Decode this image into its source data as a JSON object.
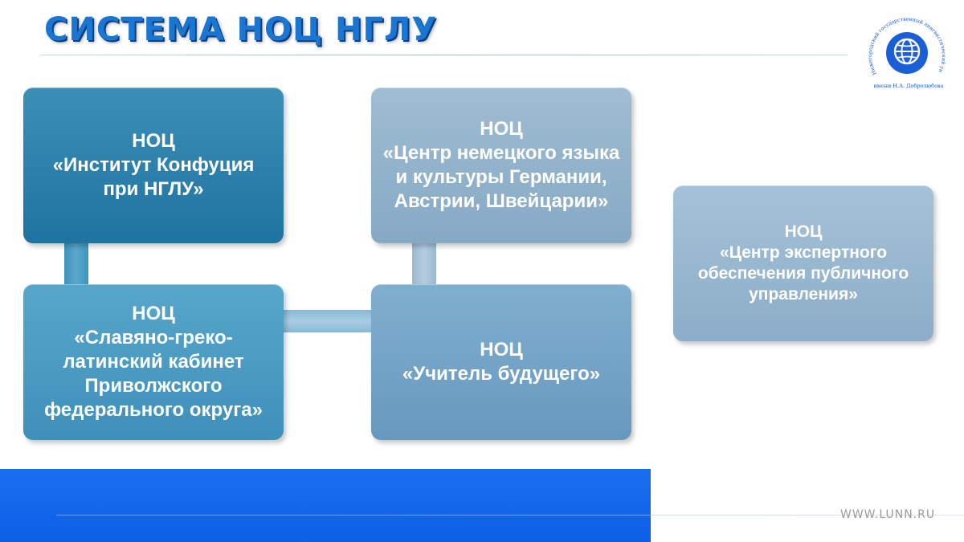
{
  "header": {
    "title": "СИСТЕМА НОЦ НГЛУ"
  },
  "logo": {
    "arc_text": "Нижегородский государственный лингвистический университет",
    "bottom_text": "имени Н.А. Добролюбова",
    "icon": "globe-icon",
    "color": "#1a5fd6"
  },
  "diagram": {
    "boxes": [
      {
        "id": "confucius",
        "label": "НОЦ",
        "name": "«Институт Конфуция при НГЛУ»"
      },
      {
        "id": "german",
        "label": "НОЦ",
        "name": "«Центр немецкого языка и культуры Германии, Австрии, Швейцарии»"
      },
      {
        "id": "slavic",
        "label": "НОЦ",
        "name": "«Славяно-греко-латинский кабинет Приволжского федерального округа»"
      },
      {
        "id": "teacher",
        "label": "НОЦ",
        "name": "«Учитель будущего»"
      },
      {
        "id": "expert",
        "label": "НОЦ",
        "name": "«Центр экспертного обеспечения публичного управления»"
      }
    ],
    "connections": [
      {
        "from": "confucius",
        "to": "slavic"
      },
      {
        "from": "german",
        "to": "teacher"
      },
      {
        "from": "slavic",
        "to": "teacher"
      }
    ]
  },
  "footer": {
    "website": "WWW.LUNN.RU",
    "band_color": "#0f62e8"
  }
}
